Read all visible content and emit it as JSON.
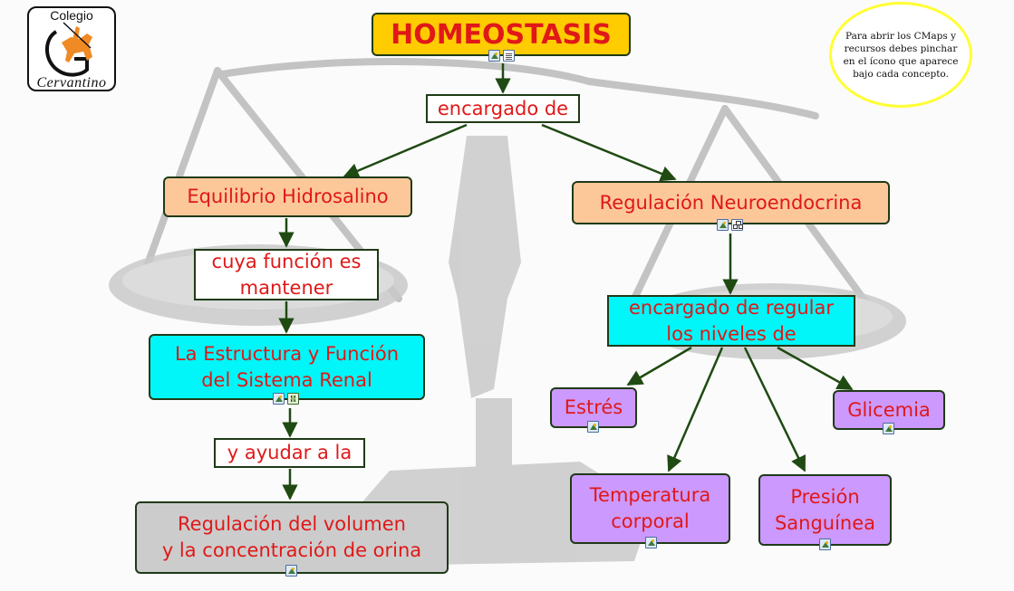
{
  "logo": {
    "top_text": "Colegio",
    "bottom_text": "Cervantino"
  },
  "note": {
    "text": "Para abrir los CMaps y recursos debes pinchar en el ícono que aparece bajo cada concepto."
  },
  "concepts": {
    "homeostasis": "HOMEOSTASIS",
    "equilibrio": "Equilibrio Hidrosalino",
    "regulacion_neuro": "Regulación Neuroendocrina",
    "estructura": "La Estructura y Función\ndel Sistema Renal",
    "regulacion_volumen": "Regulación del volumen\ny la concentración de orina",
    "estres": "Estrés",
    "glicemia": "Glicemia",
    "temperatura": "Temperatura\ncorporal",
    "presion": "Presión\nSanguínea"
  },
  "linking_phrases": {
    "encargado_de": "encargado de",
    "cuya_funcion": "cuya función es\nmantener",
    "encargado_regular": "encargado de regular\nlos niveles de",
    "ayudar": "y ayudar a la"
  },
  "icon_names": [
    "image-resource-icon",
    "document-resource-icon",
    "video-resource-icon",
    "concept-map-link-icon"
  ],
  "colors": {
    "text": "#e01818",
    "border": "#1f3a17",
    "title_fill": "#ffcc00",
    "peach": "#fcc89a",
    "cyan": "#00f6f8",
    "purple": "#cc99ff",
    "grey": "#cccccc",
    "note_border": "#ffff33"
  }
}
